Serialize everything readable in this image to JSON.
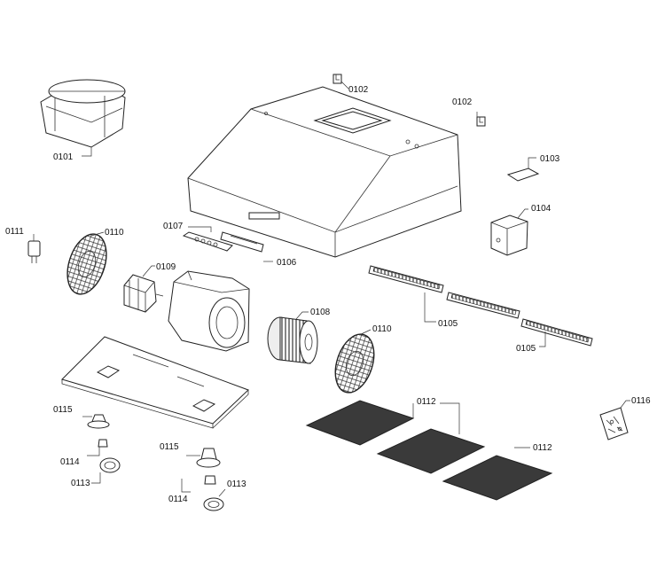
{
  "diagram": {
    "parts": {
      "p0101": "0101",
      "p0102a": "0102",
      "p0102b": "0102",
      "p0103": "0103",
      "p0104": "0104",
      "p0105a": "0105",
      "p0105b": "0105",
      "p0106": "0106",
      "p0107": "0107",
      "p0108": "0108",
      "p0109": "0109",
      "p0110a": "0110",
      "p0110b": "0110",
      "p0111": "0111",
      "p0112a": "0112",
      "p0112b": "0112",
      "p0113a": "0113",
      "p0113b": "0113",
      "p0114a": "0114",
      "p0114b": "0114",
      "p0115a": "0115",
      "p0115b": "0115",
      "p0116": "0116"
    }
  }
}
